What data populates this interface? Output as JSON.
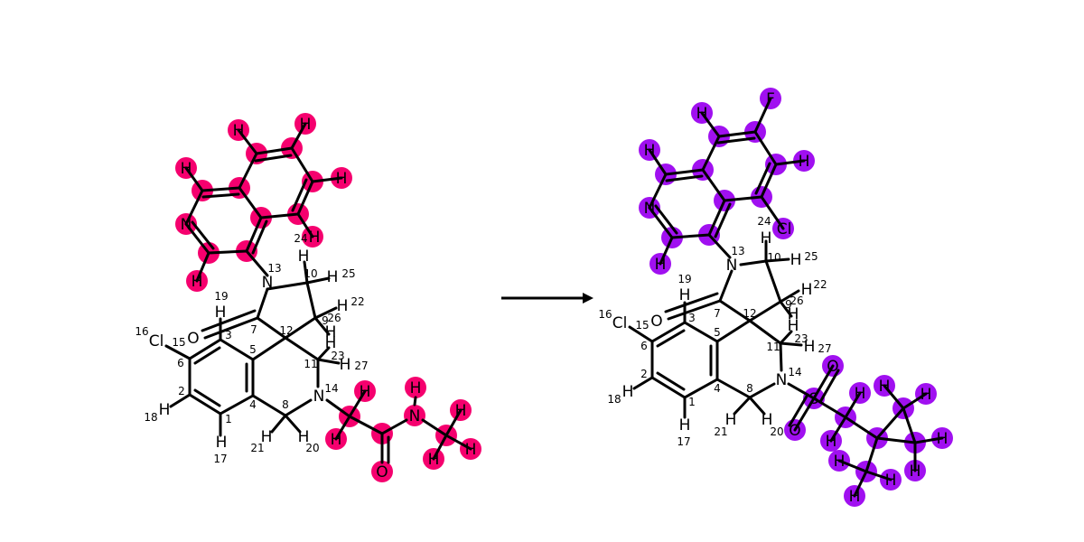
{
  "colors": {
    "reactant_highlight": "#f5006e",
    "product_highlight": "#a010f0",
    "bond": "#000000",
    "arrow": "#000000",
    "background": "#ffffff"
  },
  "reactant": {
    "atoms": {
      "o3": "O",
      "cl15": "Cl",
      "h19": "H",
      "n13": "N",
      "h25": "H",
      "h22": "H",
      "h_a": "H",
      "h27": "H",
      "n14": "N",
      "h18": "H",
      "h17": "H",
      "h21": "H",
      "h20": "H",
      "q_h1": "H",
      "q_h2": "H",
      "q_h3": "H",
      "q_h4": "H",
      "q_n": "N",
      "q_h5": "H",
      "q_h24": "H",
      "am_h1": "H",
      "am_h2": "H",
      "am_h3": "H",
      "am_o": "O",
      "am_n": "N",
      "me_h1": "H",
      "me_h2": "H",
      "me_h3": "H"
    },
    "numbers": {
      "n1": "1",
      "n2": "2",
      "n3": "3",
      "n4": "4",
      "n5": "5",
      "n6": "6",
      "n7": "7",
      "n8": "8",
      "n9": "9",
      "n10": "10",
      "n11": "11",
      "n12": "12",
      "n13": "13",
      "n14": "14",
      "n15": "15",
      "n16": "16",
      "n17": "17",
      "n18": "18",
      "n19": "19",
      "n20": "20",
      "n21": "21",
      "n22": "22",
      "n23": "23",
      "n24": "24",
      "n25": "25",
      "n26": "26",
      "n27": "27"
    }
  },
  "product": {
    "atoms": {
      "o3": "O",
      "cl15": "Cl",
      "h19": "H",
      "n13": "N",
      "h25": "H",
      "h22": "H",
      "h_a": "H",
      "h27": "H",
      "n14": "N",
      "h18": "H",
      "h17": "H",
      "h21": "H",
      "h20": "H",
      "q_h1": "H",
      "q_f": "F",
      "q_h2": "H",
      "q_h3": "H",
      "q_n": "N",
      "q_h4": "H",
      "q_cl": "Cl",
      "s": "S",
      "so1": "O",
      "so2": "O",
      "cp_h1": "H",
      "cp_h2": "H",
      "cp_h3": "H",
      "cp_h4": "H",
      "cp_h5": "H",
      "cp_h6": "H",
      "cp_h7": "H",
      "cp_h8": "H",
      "cp_h9": "H"
    },
    "numbers": {
      "n1": "1",
      "n2": "2",
      "n3": "3",
      "n4": "4",
      "n5": "5",
      "n6": "6",
      "n7": "7",
      "n8": "8",
      "n9": "9",
      "n10": "10",
      "n11": "11",
      "n12": "12",
      "n13": "13",
      "n14": "14",
      "n15": "15",
      "n16": "16",
      "n17": "17",
      "n18": "18",
      "n19": "19",
      "n20": "20",
      "n21": "21",
      "n22": "22",
      "n23": "23",
      "n24": "24",
      "n25": "25",
      "n26": "26",
      "n27": "27"
    }
  }
}
